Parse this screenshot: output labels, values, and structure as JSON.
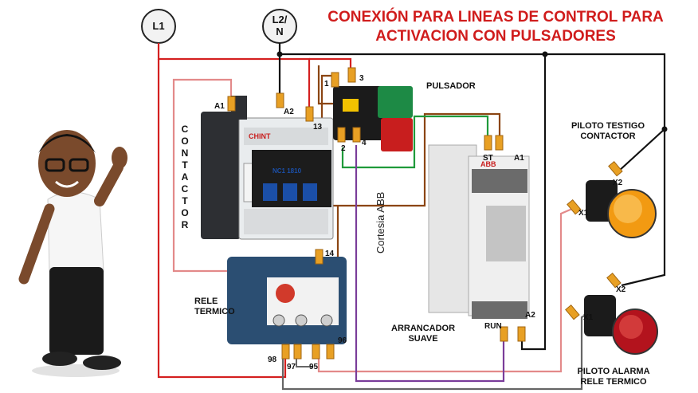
{
  "title": {
    "line1": "CONEXIÓN PARA LINEAS DE CONTROL PARA",
    "line2": "ACTIVACION CON PULSADORES"
  },
  "supply": {
    "l1": "L1",
    "l2_line1": "L2/",
    "l2_line2": "N"
  },
  "components": {
    "contactor_letters": [
      "C",
      "O",
      "N",
      "T",
      "A",
      "C",
      "T",
      "O",
      "R"
    ],
    "contactor_brand": "CHINT",
    "contactor_model": "NC1 1810",
    "pushbutton": "PULSADOR",
    "pilot_contactor_line1": "PILOTO TESTIGO",
    "pilot_contactor_line2": "CONTACTOR",
    "relay_line1": "RELE",
    "relay_line2": "TERMICO",
    "softstarter_line1": "ARRANCADOR",
    "softstarter_line2": "SUAVE",
    "softstarter_brand": "ABB",
    "courtesy": "Cortesia ABB",
    "pilot_alarm_line1": "PILOTO ALARMA",
    "pilot_alarm_line2": "RELE TERMICO"
  },
  "terminals": {
    "a1": "A1",
    "a2": "A2",
    "t13": "13",
    "t14": "14",
    "p1": "1",
    "p2": "2",
    "p3": "3",
    "p4": "4",
    "st": "ST",
    "ss_a1": "A1",
    "run": "RUN",
    "ss_a2": "A2",
    "x1_top": "X1",
    "x2_top": "X2",
    "x1_bot": "X1",
    "x2_bot": "X2",
    "t98": "98",
    "t97": "97",
    "t95": "95",
    "t96": "96"
  },
  "colors": {
    "title": "#d01c1c",
    "wire_red": "#d42020",
    "wire_black": "#111111",
    "wire_brown": "#8b4513",
    "wire_green": "#1f9a3a",
    "wire_purple": "#7a3d9a",
    "wire_pink": "#e38a8a",
    "wire_gray": "#666666"
  }
}
